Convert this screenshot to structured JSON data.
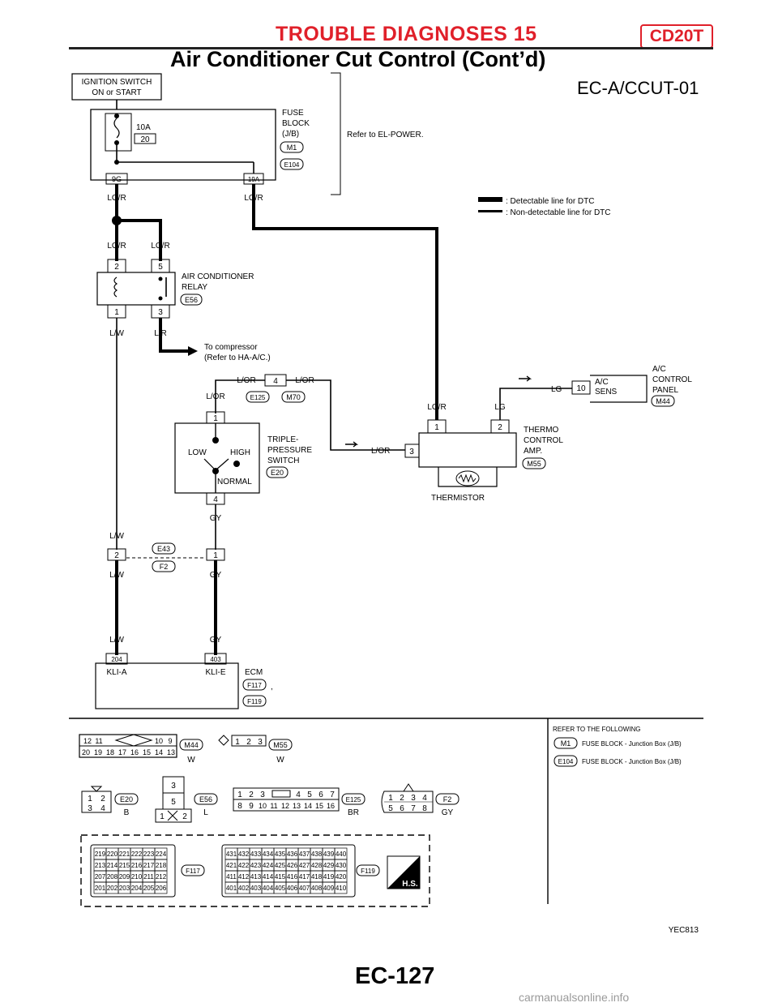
{
  "header": {
    "title": "TROUBLE DIAGNOSES 15",
    "engine": "CD20T",
    "subtitle": "Air Conditioner Cut Control (Cont’d)"
  },
  "diagram": {
    "code": "EC-A/CCUT-01",
    "ign_switch": [
      "IGNITION SWITCH",
      "ON or START"
    ],
    "fuse_amp": "10A",
    "fuse_num": "20",
    "fuse_block": [
      "FUSE",
      "BLOCK",
      "(J/B)"
    ],
    "conn": {
      "m1": "M1",
      "e104": "E104",
      "e56": "E56",
      "e125": "E125",
      "m70": "M70",
      "m44": "M44",
      "m55": "M55",
      "e20": "E20",
      "e43": "E43",
      "f2": "F2",
      "f117": "F117",
      "f119": "F119"
    },
    "pin": {
      "p9g": "9G",
      "p19a": "19A",
      "p2": "2",
      "p5": "5",
      "p1": "1",
      "p3": "3",
      "p4": "4",
      "p10": "10",
      "p204": "204",
      "p403": "403"
    },
    "refer_power": "Refer to EL-POWER.",
    "wire": {
      "lgr": "LG/R",
      "lw": "L/W",
      "lr": "L/R",
      "lor": "L/OR",
      "lg": "LG",
      "gy": "GY"
    },
    "legend": {
      "detect": ": Detectable line for DTC",
      "nondetect": ": Non-detectable line for DTC"
    },
    "relay": [
      "AIR CONDITIONER",
      "RELAY"
    ],
    "to_compressor": [
      "To compressor",
      "(Refer to HA-A/C.)"
    ],
    "ac_panel": [
      "A/C",
      "CONTROL",
      "PANEL"
    ],
    "ac_sens": [
      "A/C",
      "SENS"
    ],
    "triple": [
      "TRIPLE-",
      "PRESSURE",
      "SWITCH"
    ],
    "sw_low": "LOW",
    "sw_high": "HIGH",
    "sw_normal": "NORMAL",
    "thermo": [
      "THERMO",
      "CONTROL",
      "AMP."
    ],
    "thermistor": "THERMISTOR",
    "ecm": "ECM",
    "kli_a": "KLI-A",
    "kli_e": "KLI-E",
    "comma": ",",
    "refer_following": "REFER TO THE FOLLOWING",
    "fuse_desc": "FUSE BLOCK - Junction Box (J/B)",
    "color": {
      "w": "W",
      "b": "B",
      "l": "L",
      "br": "BR",
      "gy": "GY"
    },
    "m44_pins": [
      [
        "12",
        "11",
        "10",
        "9"
      ],
      [
        "20",
        "19",
        "18",
        "17",
        "16",
        "15",
        "14",
        "13"
      ]
    ],
    "m55_pins": [
      "1",
      "2",
      "3"
    ],
    "e20_pins": [
      [
        "1",
        "2"
      ],
      [
        "3",
        "4"
      ]
    ],
    "e56_pins": [
      "3",
      "5",
      "1",
      "2"
    ],
    "e125_pins": [
      [
        "1",
        "2",
        "3",
        "4",
        "5",
        "6",
        "7"
      ],
      [
        "8",
        "9",
        "10",
        "11",
        "12",
        "13",
        "14",
        "15",
        "16"
      ]
    ],
    "f2_pins": [
      [
        "1",
        "2",
        "3",
        "4"
      ],
      [
        "5",
        "6",
        "7",
        "8"
      ]
    ],
    "f117_pins": [
      [
        "219",
        "220",
        "221",
        "222",
        "223",
        "224"
      ],
      [
        "213",
        "214",
        "215",
        "216",
        "217",
        "218"
      ],
      [
        "207",
        "208",
        "209",
        "210",
        "211",
        "212"
      ],
      [
        "201",
        "202",
        "203",
        "204",
        "205",
        "206"
      ]
    ],
    "f119_pins": [
      [
        "431",
        "432",
        "433",
        "434",
        "435",
        "436",
        "437",
        "438",
        "439",
        "440"
      ],
      [
        "421",
        "422",
        "423",
        "424",
        "425",
        "426",
        "427",
        "428",
        "429",
        "430"
      ],
      [
        "411",
        "412",
        "413",
        "414",
        "415",
        "416",
        "417",
        "418",
        "419",
        "420"
      ],
      [
        "401",
        "402",
        "403",
        "404",
        "405",
        "406",
        "407",
        "408",
        "409",
        "410"
      ]
    ],
    "hs": "H.S.",
    "fig_code": "YEC813"
  },
  "footer": {
    "page": "EC-127",
    "watermark": "carmanualsonline.info"
  }
}
